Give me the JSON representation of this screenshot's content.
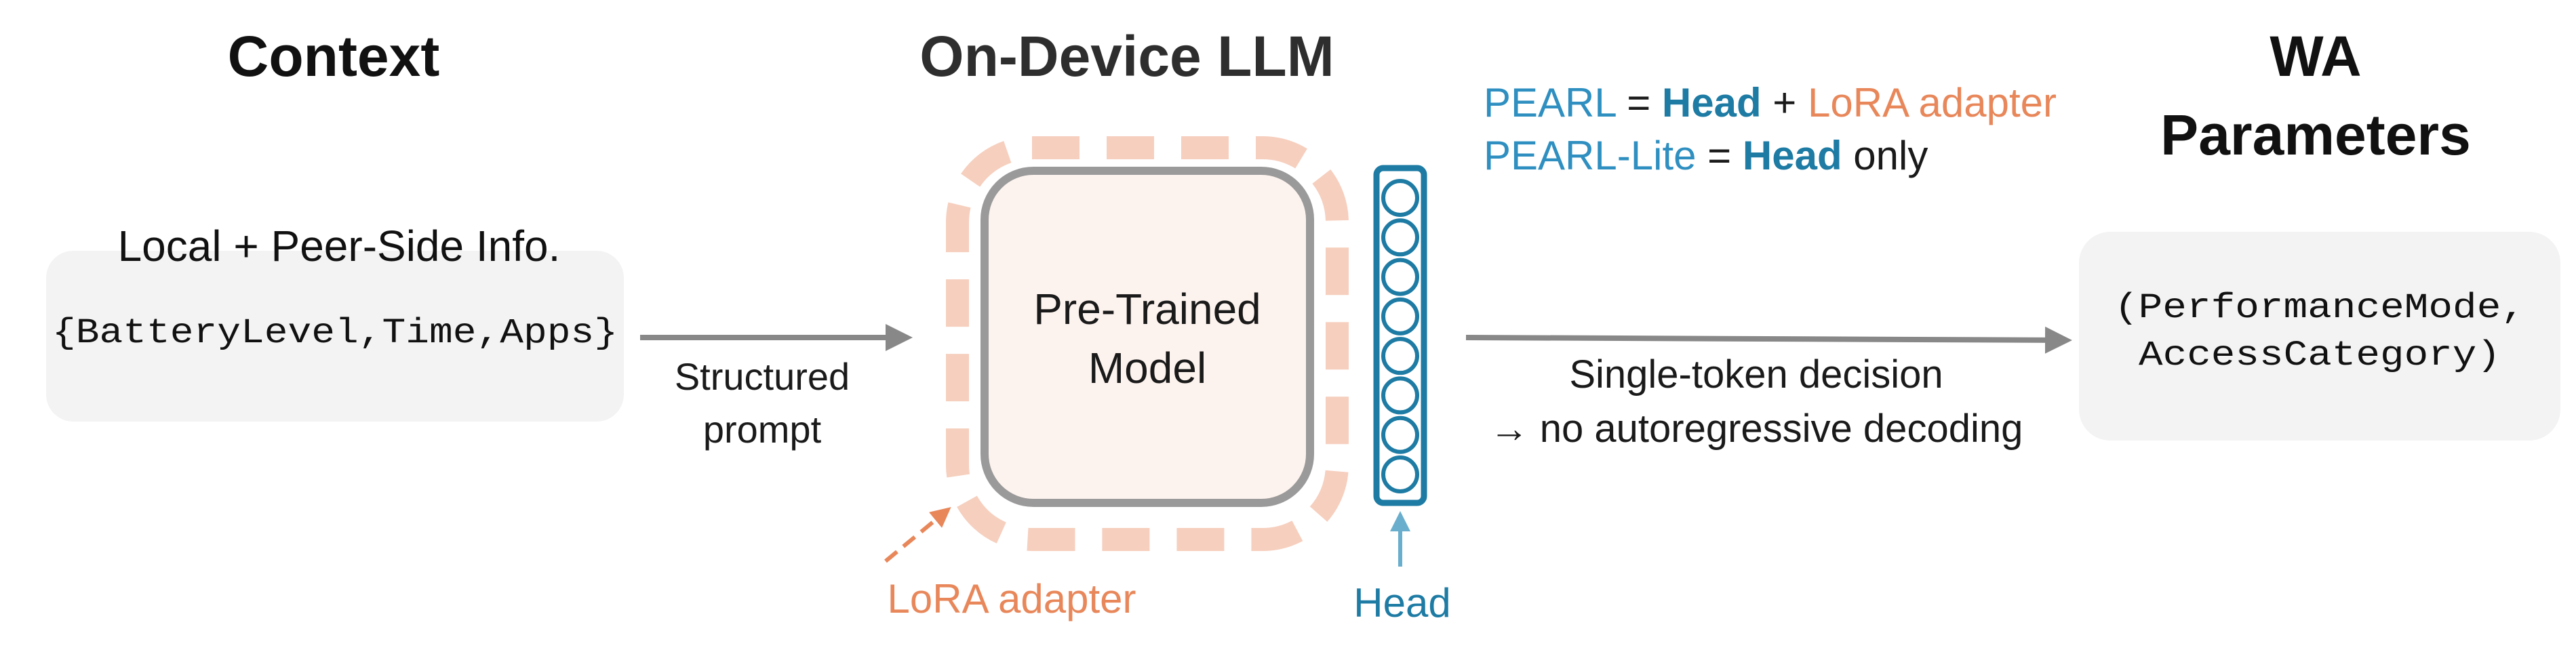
{
  "headings": {
    "context": "Context",
    "llm": "On-Device LLM",
    "wa_line1": "WA",
    "wa_line2": "Parameters"
  },
  "context_box": {
    "title": "Local + Peer-Side Info.",
    "code": "{BatteryLevel,Time,Apps}"
  },
  "arrow1_label": {
    "line1": "Structured",
    "line2": "prompt"
  },
  "model_box": {
    "line1": "Pre-Trained",
    "line2": "Model"
  },
  "lora_label": "LoRA adapter",
  "head_label": "Head",
  "legend": {
    "pearl": "PEARL",
    "eq1": " = ",
    "head1": "Head",
    "plus": " + ",
    "lora": "LoRA adapter",
    "pearl_lite": "PEARL-Lite",
    "eq2": " = ",
    "head2": "Head",
    "only": " only"
  },
  "arrow2_label": {
    "line1": "Single-token decision",
    "line2": "→ no autoregressive decoding"
  },
  "output_box": {
    "line1": "(PerformanceMode,",
    "line2": "AccessCategory)"
  },
  "colors": {
    "heading": "#2e2e2e",
    "text": "#1a1a1a",
    "box_fill": "#f3f3f3",
    "arrow": "#888888",
    "lora": "#e8875a",
    "lora_dash": "#f6cfbe",
    "model_fill": "#fdf3ee",
    "model_stroke": "#9a9a9a",
    "head": "#1d7ba4",
    "pearl": "#2e8fc0"
  },
  "head_units": 8
}
